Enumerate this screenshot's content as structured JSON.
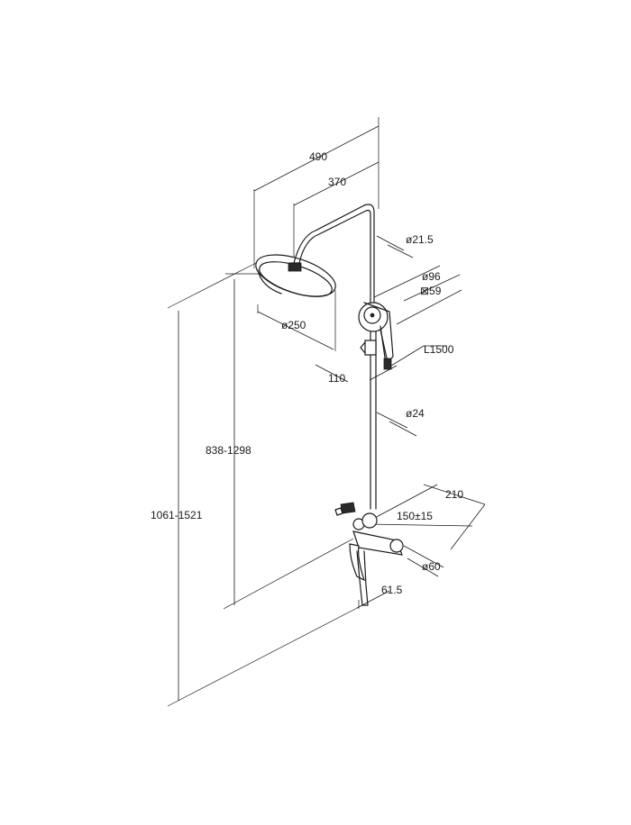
{
  "dimensions": {
    "width_overall": "490",
    "arm_length": "370",
    "pipe_diameter": "ø21.5",
    "handshower_diameter": "ø96",
    "handshower_square": "⊠59",
    "head_diameter": "ø250",
    "hose_length": "L1500",
    "slider_offset": "110",
    "rail_diameter": "ø24",
    "height_adjust": "838-1298",
    "height_total": "1061-1521",
    "mixer_depth": "210",
    "mixer_centers": "150±15",
    "mixer_diameter": "ø60",
    "spout_offset": "61.5"
  },
  "colors": {
    "line": "#1a1a1a",
    "background": "#ffffff"
  }
}
